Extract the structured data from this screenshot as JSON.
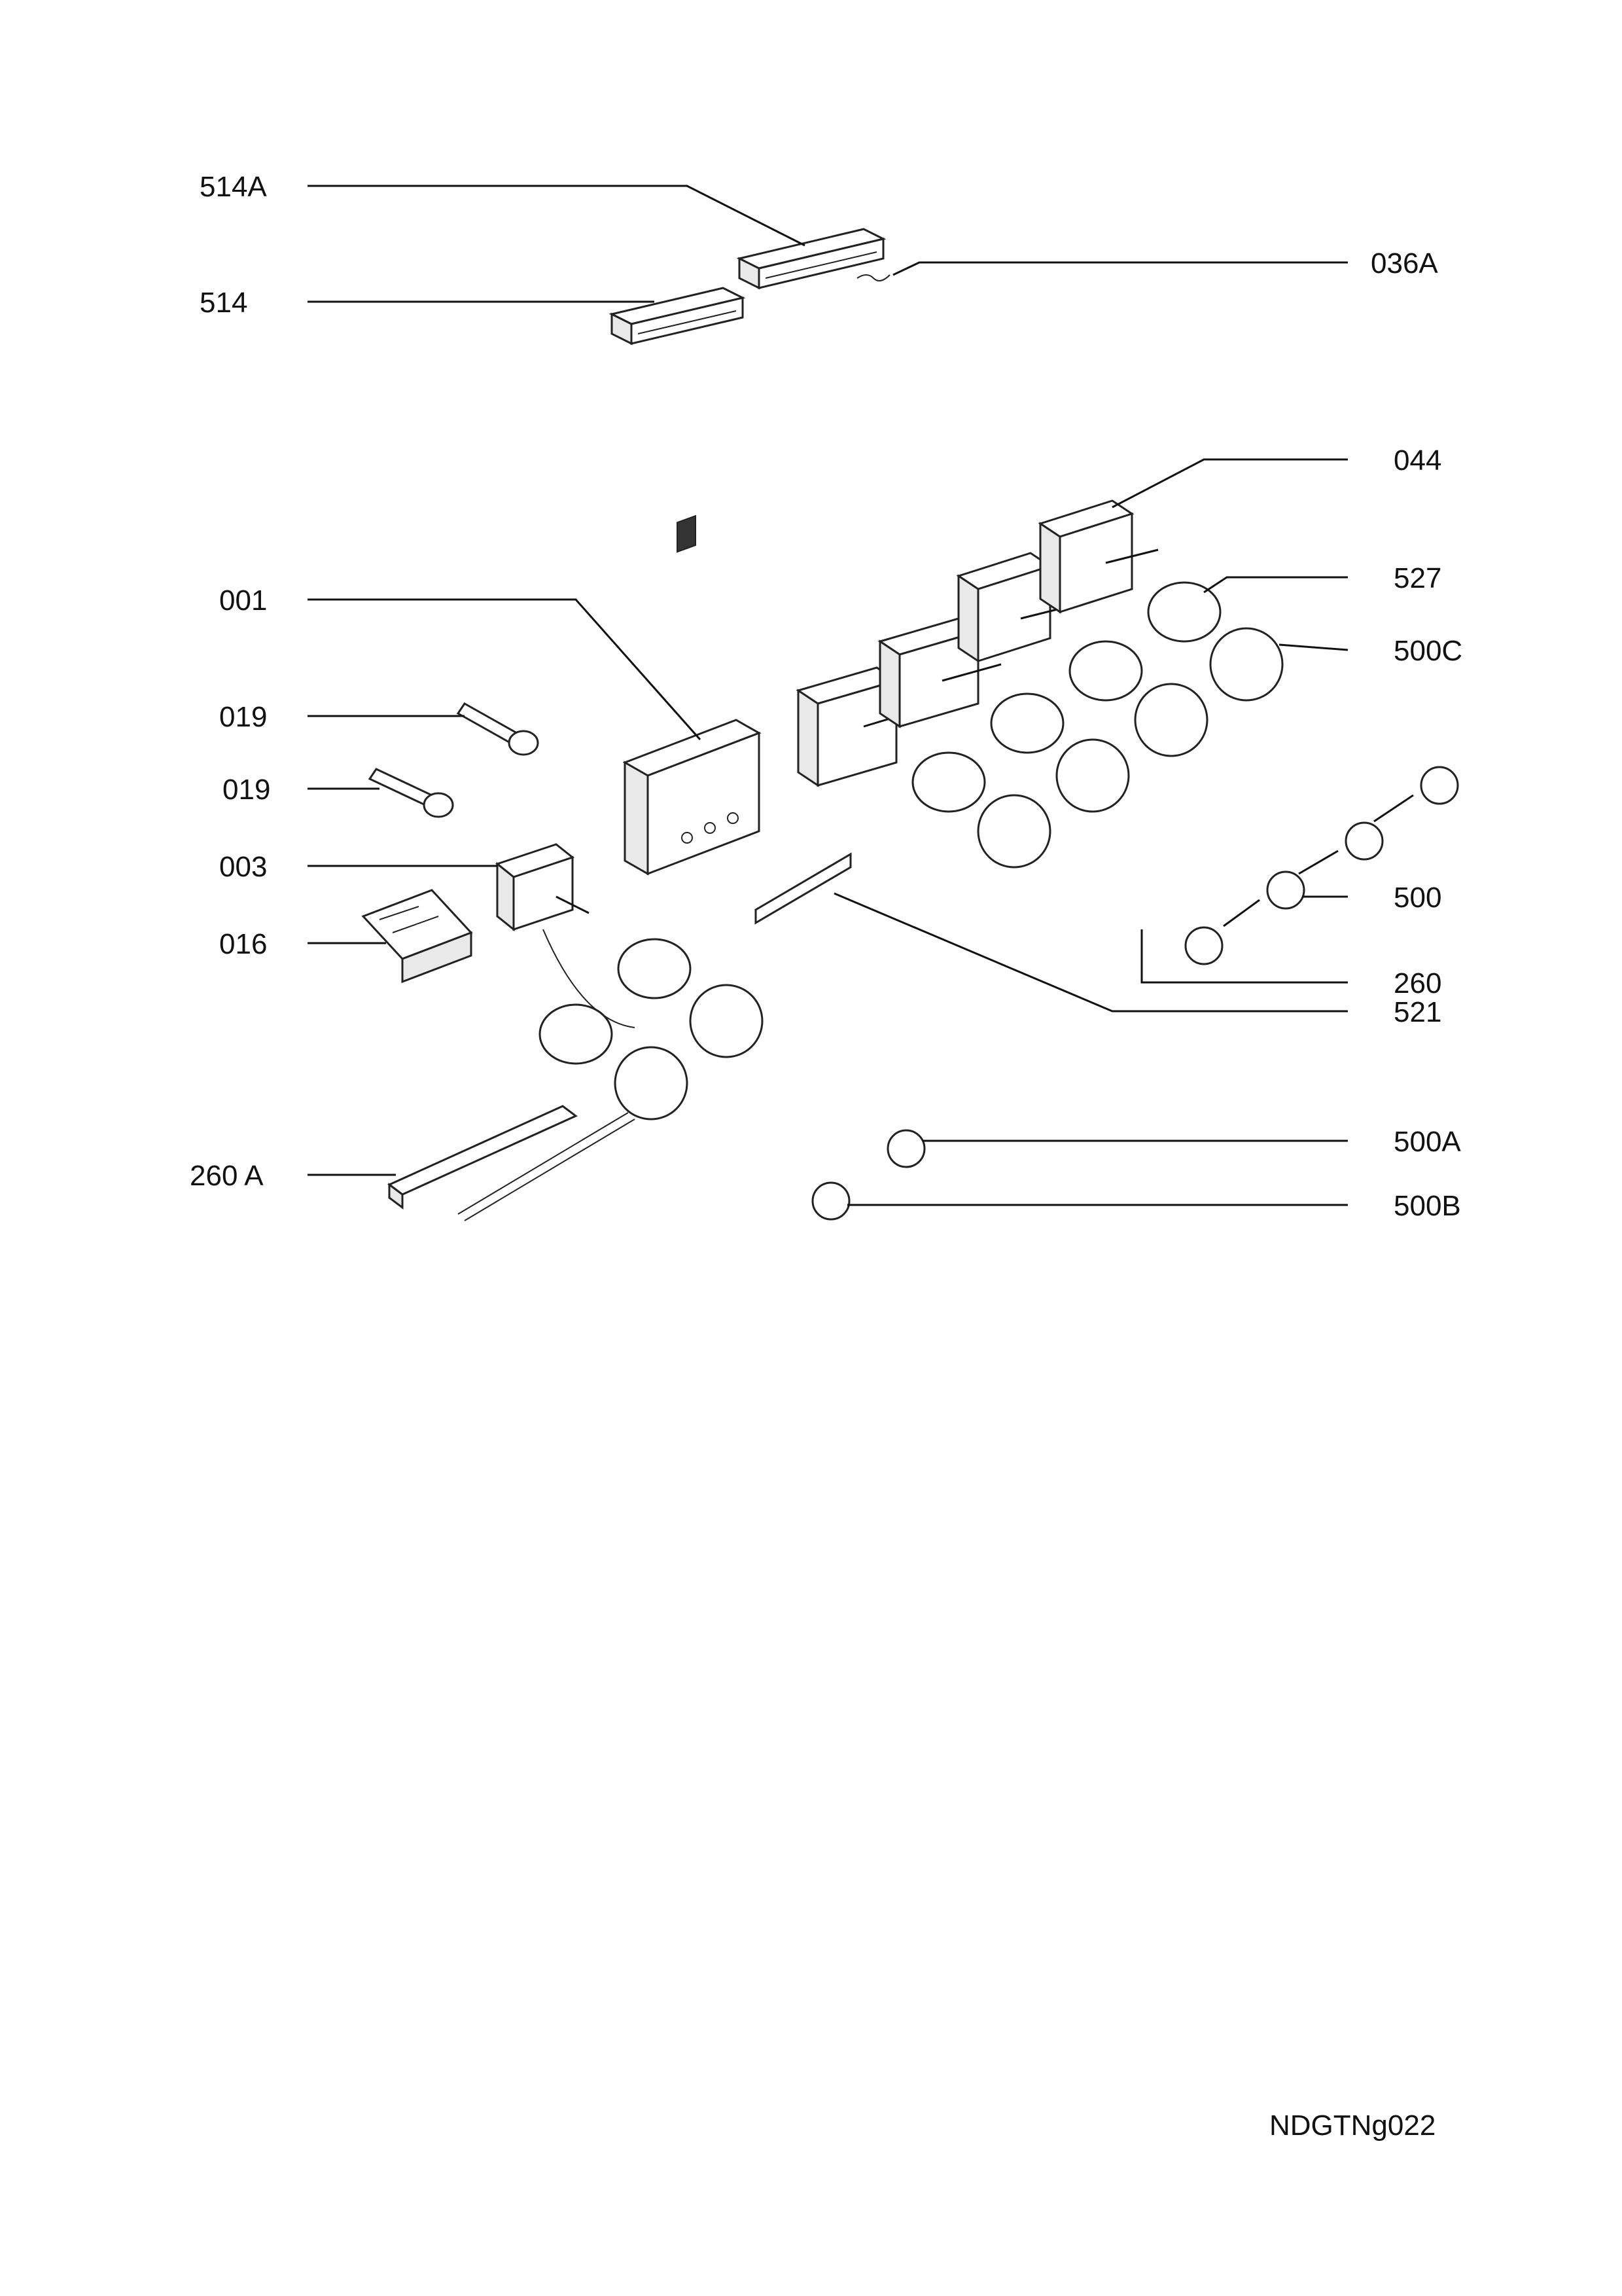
{
  "labels": {
    "l514A": "514A",
    "l514": "514",
    "l036A": "036A",
    "l044": "044",
    "l001": "001",
    "l527": "527",
    "l500C": "500C",
    "l019a": "019",
    "l019b": "019",
    "l003": "003",
    "l016": "016",
    "l500": "500",
    "l260": "260",
    "l521": "521",
    "l500A": "500A",
    "l500B": "500B",
    "l260A": "260 A"
  },
  "drawing_id": "NDGTNg022",
  "colors": {
    "ink": "#111111",
    "paper": "#ffffff"
  }
}
